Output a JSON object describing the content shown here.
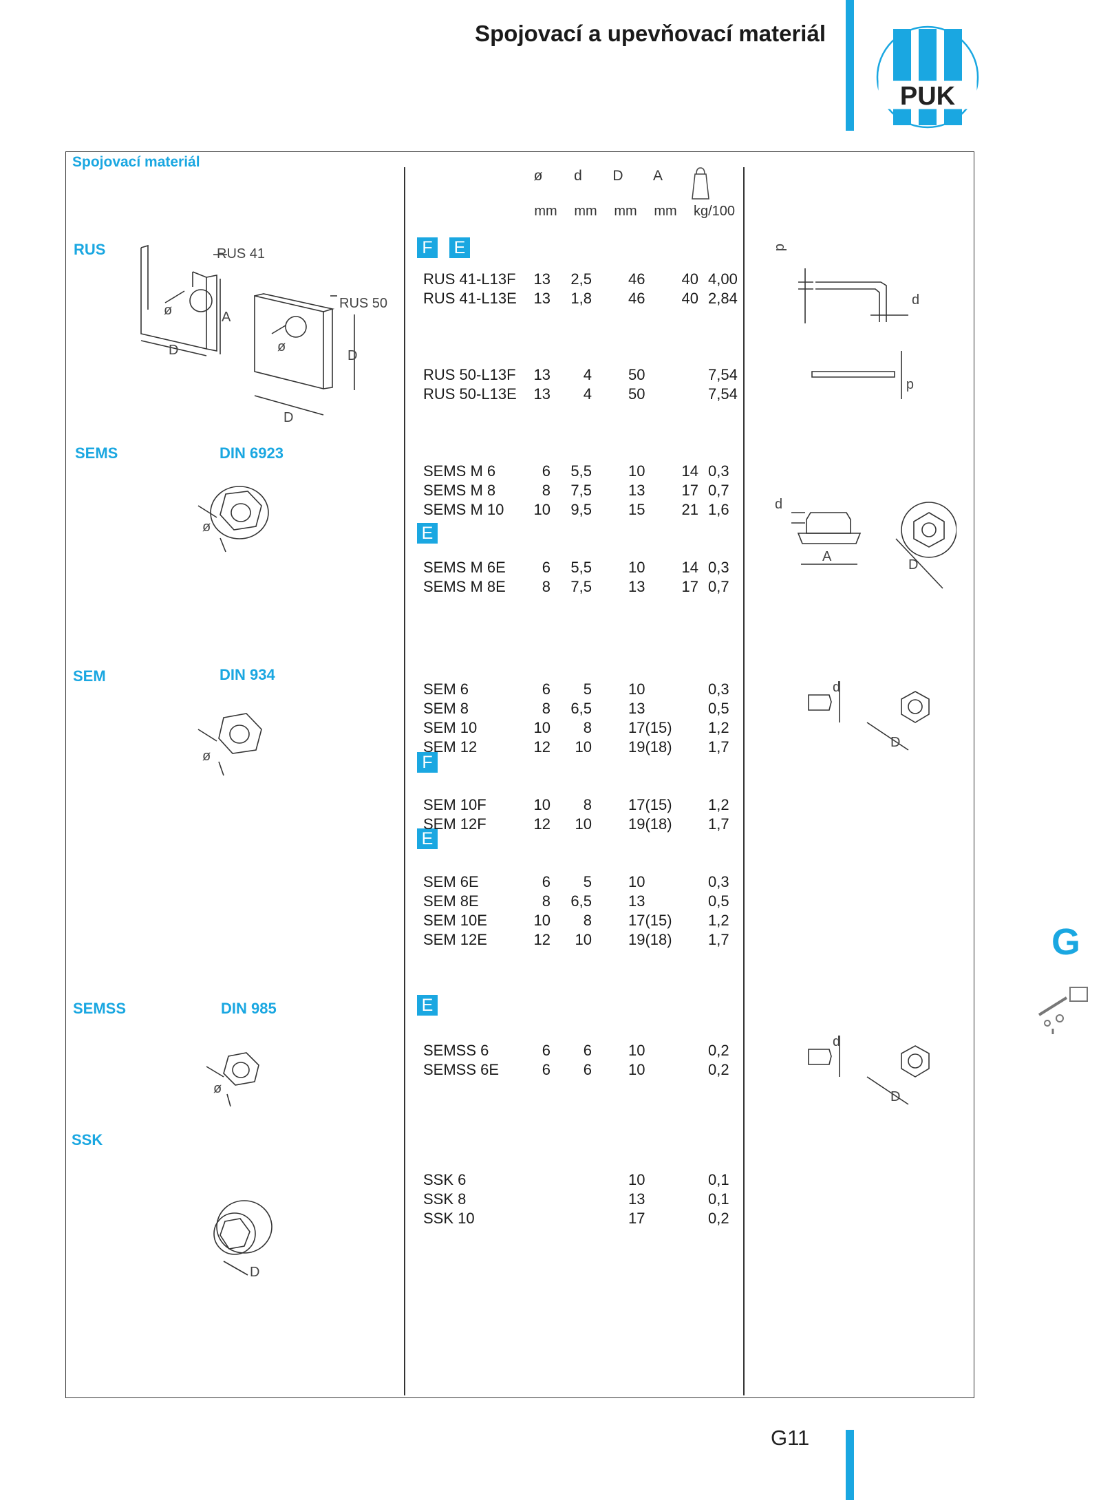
{
  "page_title": "Spojovací a upevňovací materiál",
  "logo_text": "PUK",
  "section_title": "Spojovací materiál",
  "side_tab": "G",
  "page_number": "G11",
  "brand_color": "#1aa7e1",
  "header": {
    "symbols": [
      "ø",
      "d",
      "D",
      "A"
    ],
    "weight_icon": "weight-icon",
    "units": [
      "mm",
      "mm",
      "mm",
      "mm",
      "kg/100"
    ]
  },
  "drawings": {
    "rus41": "RUS 41",
    "rus50": "RUS 50",
    "dim_D": "D",
    "dim_A": "A",
    "dim_d": "d",
    "dim_dia": "ø"
  },
  "products": {
    "rus": {
      "label": "RUS",
      "badges": [
        "F",
        "E"
      ]
    },
    "sems": {
      "label": "SEMS",
      "din": "DIN 6923",
      "badge": "E"
    },
    "sem": {
      "label": "SEM",
      "din": "DIN 934",
      "badge_f": "F",
      "badge_e": "E"
    },
    "semss": {
      "label": "SEMSS",
      "din": "DIN 985",
      "badge": "E"
    },
    "ssk": {
      "label": "SSK"
    }
  },
  "rows": [
    {
      "name": "RUS 41-L13F",
      "dia": "13",
      "d": "2,5",
      "D": "46",
      "A": "40",
      "kg": "4,00"
    },
    {
      "name": "RUS 41-L13E",
      "dia": "13",
      "d": "1,8",
      "D": "46",
      "A": "40",
      "kg": "2,84"
    },
    {
      "name": "RUS 50-L13F",
      "dia": "13",
      "d": "4",
      "D": "50",
      "A": "",
      "kg": "7,54"
    },
    {
      "name": "RUS 50-L13E",
      "dia": "13",
      "d": "4",
      "D": "50",
      "A": "",
      "kg": "7,54"
    },
    {
      "name": "SEMS M 6",
      "dia": "6",
      "d": "5,5",
      "D": "10",
      "A": "14",
      "kg": "0,3"
    },
    {
      "name": "SEMS M 8",
      "dia": "8",
      "d": "7,5",
      "D": "13",
      "A": "17",
      "kg": "0,7"
    },
    {
      "name": "SEMS M 10",
      "dia": "10",
      "d": "9,5",
      "D": "15",
      "A": "21",
      "kg": "1,6"
    },
    {
      "name": "SEMS M 6E",
      "dia": "6",
      "d": "5,5",
      "D": "10",
      "A": "14",
      "kg": "0,3"
    },
    {
      "name": "SEMS M 8E",
      "dia": "8",
      "d": "7,5",
      "D": "13",
      "A": "17",
      "kg": "0,7"
    },
    {
      "name": "SEM 6",
      "dia": "6",
      "d": "5",
      "D": "10",
      "A": "",
      "kg": "0,3"
    },
    {
      "name": "SEM 8",
      "dia": "8",
      "d": "6,5",
      "D": "13",
      "A": "",
      "kg": "0,5"
    },
    {
      "name": "SEM 10",
      "dia": "10",
      "d": "8",
      "D": "17(15)",
      "A": "",
      "kg": "1,2"
    },
    {
      "name": "SEM 12",
      "dia": "12",
      "d": "10",
      "D": "19(18)",
      "A": "",
      "kg": "1,7"
    },
    {
      "name": "SEM 10F",
      "dia": "10",
      "d": "8",
      "D": "17(15)",
      "A": "",
      "kg": "1,2"
    },
    {
      "name": "SEM 12F",
      "dia": "12",
      "d": "10",
      "D": "19(18)",
      "A": "",
      "kg": "1,7"
    },
    {
      "name": "SEM 6E",
      "dia": "6",
      "d": "5",
      "D": "10",
      "A": "",
      "kg": "0,3"
    },
    {
      "name": "SEM 8E",
      "dia": "8",
      "d": "6,5",
      "D": "13",
      "A": "",
      "kg": "0,5"
    },
    {
      "name": "SEM 10E",
      "dia": "10",
      "d": "8",
      "D": "17(15)",
      "A": "",
      "kg": "1,2"
    },
    {
      "name": "SEM 12E",
      "dia": "12",
      "d": "10",
      "D": "19(18)",
      "A": "",
      "kg": "1,7"
    },
    {
      "name": "SEMSS 6",
      "dia": "6",
      "d": "6",
      "D": "10",
      "A": "",
      "kg": "0,2"
    },
    {
      "name": "SEMSS 6E",
      "dia": "6",
      "d": "6",
      "D": "10",
      "A": "",
      "kg": "0,2"
    },
    {
      "name": "SSK 6",
      "dia": "",
      "d": "",
      "D": "10",
      "A": "",
      "kg": "0,1"
    },
    {
      "name": "SSK 8",
      "dia": "",
      "d": "",
      "D": "13",
      "A": "",
      "kg": "0,1"
    },
    {
      "name": "SSK 10",
      "dia": "",
      "d": "",
      "D": "17",
      "A": "",
      "kg": "0,2"
    }
  ]
}
